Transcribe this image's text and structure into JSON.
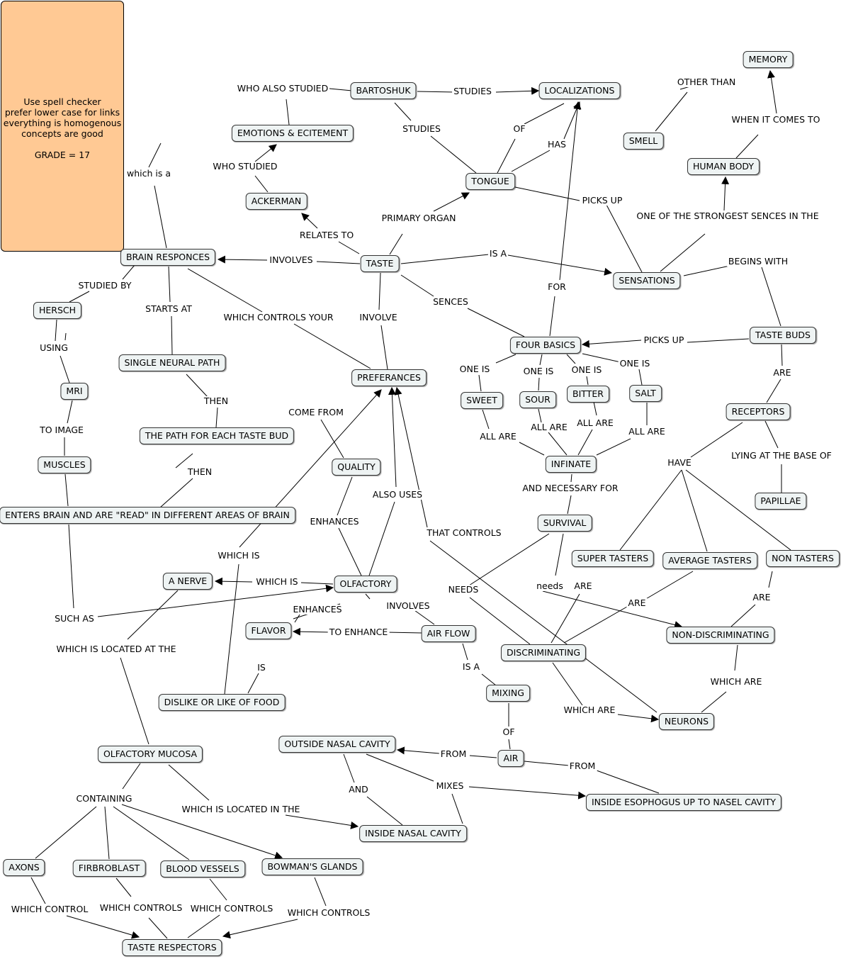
{
  "note": {
    "text": "Use spell checker\nprefer lower case for links\neverything is homogenous\nconcepts are good\n\nGRADE = 17",
    "color": "#ffc994"
  },
  "node_style": {
    "fill": "#eef3f3",
    "border": "#333333"
  },
  "concepts": {
    "bartoshuk": "BARTOSHUK",
    "localizations": "LOCALIZATIONS",
    "memory": "MEMORY",
    "emotions": "EMOTIONS & ECITEMENT",
    "smell": "SMELL",
    "tongue": "TONGUE",
    "human_body": "HUMAN BODY",
    "ackerman": "ACKERMAN",
    "brain_responces": "BRAIN RESPONCES",
    "taste": "TASTE",
    "sensations": "SENSATIONS",
    "hersch": "HERSCH",
    "taste_buds": "TASTE BUDS",
    "four_basics": "FOUR BASICS",
    "single_neural_path": "SINGLE NEURAL PATH",
    "preferances": "PREFERANCES",
    "mri": "MRI",
    "sweet": "SWEET",
    "sour": "SOUR",
    "bitter": "BITTER",
    "salt": "SALT",
    "receptors": "RECEPTORS",
    "path_each_bud": "THE PATH FOR EACH TASTE BUD",
    "muscles": "MUSCLES",
    "quality": "QUALITY",
    "infinate": "INFINATE",
    "papillae": "PAPILLAE",
    "enters_brain": "ENTERS BRAIN AND ARE \"READ\" IN DIFFERENT AREAS OF BRAIN",
    "survival": "SURVIVAL",
    "super_tasters": "SUPER TASTERS",
    "average_tasters": "AVERAGE TASTERS",
    "non_tasters": "NON TASTERS",
    "a_nerve": "A NERVE",
    "olfactory": "OLFACTORY",
    "flavor": "FLAVOR",
    "air_flow": "AIR FLOW",
    "non_discriminating": "NON-DISCRIMINATING",
    "discriminating": "DISCRIMINATING",
    "mixing": "MIXING",
    "dislike_like": "DISLIKE OR LIKE OF FOOD",
    "neurons": "NEURONS",
    "outside_nasal": "OUTSIDE NASAL CAVITY",
    "olfactory_mucosa": "OLFACTORY MUCOSA",
    "air": "AIR",
    "inside_esophogus": "INSIDE ESOPHOGUS UP TO NASEL CAVITY",
    "inside_nasal": "INSIDE NASAL CAVITY",
    "axons": "AXONS",
    "firbroblast": "FIRBROBLAST",
    "blood_vessels": "BLOOD VESSELS",
    "bowmans_glands": "BOWMAN'S GLANDS",
    "taste_respectors": "TASTE RESPECTORS"
  },
  "links": {
    "who_also_studied": "WHO ALSO STUDIED",
    "studies_1": "STUDIES",
    "other_than": "OTHER THAN",
    "studies_2": "STUDIES",
    "of_1": "OF",
    "when_it_comes_to": "WHEN IT COMES TO",
    "which_is_a": "which is a",
    "who_studied": "WHO STUDIED",
    "has": "HAS",
    "picks_up_1": "PICKS UP",
    "one_of_strongest": "ONE OF THE STRONGEST SENCES IN THE",
    "primary_organ": "PRIMARY ORGAN",
    "relates_to": "RELATES TO",
    "involves_1": "INVOLVES",
    "is_a_1": "IS A",
    "begins_with": "BEGINS WITH",
    "studied_by": "STUDIED BY",
    "for": "FOR",
    "starts_at": "STARTS AT",
    "sences": "SENCES",
    "which_controls_your": "WHICH CONTROLS YOUR",
    "involve": "INVOLVE",
    "picks_up_2": "PICKS UP",
    "using": "USING",
    "one_is_1": "ONE IS",
    "one_is_2": "ONE IS",
    "one_is_3": "ONE IS",
    "one_is_4": "ONE IS",
    "are_1": "ARE",
    "then_1": "THEN",
    "come_from": "COME FROM",
    "all_are_1": "ALL ARE",
    "all_are_2": "ALL ARE",
    "all_are_3": "ALL ARE",
    "all_are_4": "ALL ARE",
    "to_image": "TO IMAGE",
    "have": "HAVE",
    "lying_at_base": "LYING AT THE BASE OF",
    "then_2": "THEN",
    "and_necessary_for": "AND NECESSARY FOR",
    "also_uses": "ALSO USES",
    "enhances_1": "ENHANCES",
    "that_controls": "THAT CONTROLS",
    "which_is_1": "WHICH IS",
    "which_is_2": "WHICH IS",
    "needs_1": "NEEDS",
    "needs_2": "needs",
    "are_2": "ARE",
    "are_3": "ARE",
    "are_4": "ARE",
    "involves_2": "INVOLVES",
    "enhances_2": "ENHANCES",
    "such_as": "SUCH AS",
    "to_enhance": "TO ENHANCE",
    "which_is_located_at": "WHICH IS LOCATED AT THE",
    "is_1": "IS",
    "is_a_2": "IS A",
    "which_are_1": "WHICH ARE",
    "which_are_2": "WHICH ARE",
    "of_2": "OF",
    "from_1": "FROM",
    "from_2": "FROM",
    "mixes": "MIXES",
    "and": "AND",
    "containing": "CONTAINING",
    "which_is_located_in": "WHICH IS LOCATED IN THE",
    "which_control": "WHICH CONTROL",
    "which_controls_1": "WHICH CONTROLS",
    "which_controls_2": "WHICH CONTROLS",
    "which_controls_3": "WHICH CONTROLS"
  }
}
